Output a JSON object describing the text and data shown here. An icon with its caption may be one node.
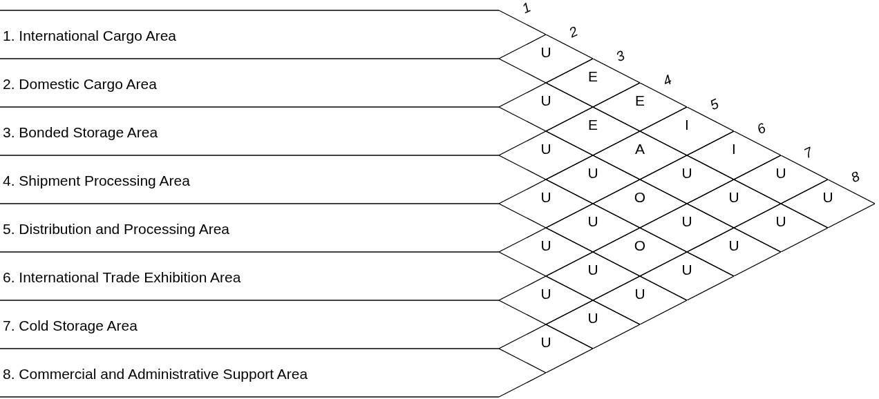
{
  "diagram": {
    "nodes": [
      {
        "text": [
          "1. International Cargo Area"
        ]
      },
      {
        "text": [
          "2. Domestic Cargo Area"
        ]
      },
      {
        "text": [
          "3. Bonded Storage Area"
        ]
      },
      {
        "text": [
          "4. Shipment Processing Area"
        ]
      },
      {
        "text": [
          "5. Distribution and Processing Area"
        ]
      },
      {
        "text": [
          "6. International Trade Exhibition Area"
        ]
      },
      {
        "text": [
          "7. Cold Storage Area"
        ]
      },
      {
        "text": [
          "8. Commercial and Administrative Support Area"
        ]
      },
      {
        "text": [
          "U"
        ]
      },
      {
        "text": [
          "E"
        ]
      },
      {
        "text": [
          "E"
        ]
      },
      {
        "text": [
          "I"
        ]
      },
      {
        "text": [
          "I"
        ]
      },
      {
        "text": [
          "U"
        ]
      },
      {
        "text": [
          "U"
        ]
      },
      {
        "text": [
          "U"
        ]
      },
      {
        "text": [
          "E"
        ]
      },
      {
        "text": [
          "A"
        ]
      },
      {
        "text": [
          "U"
        ]
      },
      {
        "text": [
          "U"
        ]
      },
      {
        "text": [
          "U"
        ]
      },
      {
        "text": [
          "U"
        ]
      },
      {
        "text": [
          "U"
        ]
      },
      {
        "text": [
          "O"
        ]
      },
      {
        "text": [
          "U"
        ]
      },
      {
        "text": [
          "U"
        ]
      },
      {
        "text": [
          "U"
        ]
      },
      {
        "text": [
          "U"
        ]
      },
      {
        "text": [
          "O"
        ]
      },
      {
        "text": [
          "U"
        ]
      },
      {
        "text": [
          "U"
        ]
      },
      {
        "text": [
          "U"
        ]
      },
      {
        "text": [
          "U"
        ]
      },
      {
        "text": [
          "U"
        ]
      },
      {
        "text": [
          "U"
        ]
      },
      {
        "text": [
          "U"
        ]
      }
    ],
    "labels": [
      "1",
      "2",
      "3",
      "4",
      "5",
      "6",
      "7",
      "8"
    ]
  }
}
